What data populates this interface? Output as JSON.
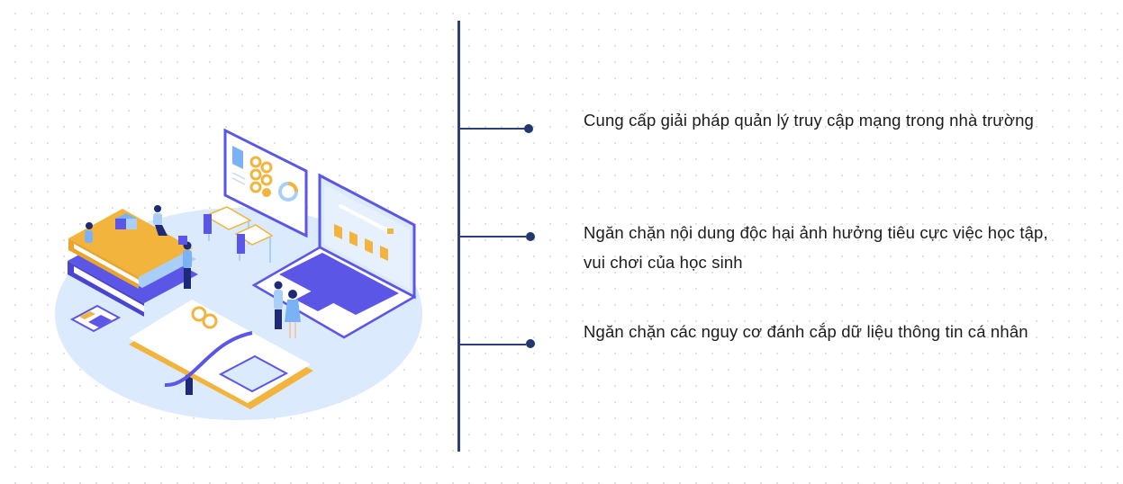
{
  "illustration": {
    "label": "Isometric education illustration",
    "colors": {
      "base": "#dbeafd",
      "primary": "#5b56e6",
      "accent": "#f2b43c",
      "light": "#a9cff7",
      "navy": "#1e2a78"
    }
  },
  "timeline": {
    "line_color": "#2b3f7a",
    "items": [
      {
        "text": "Cung cấp giải pháp quản lý truy cập mạng trong nhà trường"
      },
      {
        "text": "Ngăn chặn nội dung độc hại ảnh hưởng tiêu cực việc học tập, vui chơi của học sinh"
      },
      {
        "text": "Ngăn chặn các nguy cơ đánh cắp dữ liệu thông tin cá nhân"
      }
    ]
  }
}
